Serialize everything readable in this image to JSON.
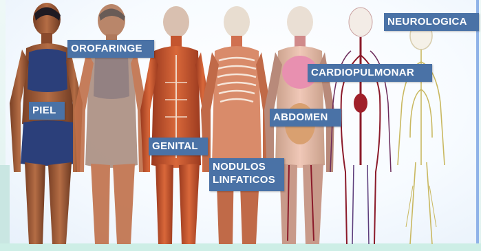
{
  "labels": {
    "piel": "PIEL",
    "orofaringe": "OROFARINGE",
    "genital": "GENITAL",
    "nodulos": "NODULOS\nLINFATICOS",
    "abdomen": "ABDOMEN",
    "cardiopulmonar": "CARDIOPULMONAR",
    "neurologica": "NEUROLOGICA"
  },
  "colors": {
    "label_bg": "#4a72a6",
    "label_text": "#ffffff",
    "skin": "#b06a42",
    "muscle": "#c0552f",
    "organ": "#d88aa8",
    "vessel": "#8b1a2a",
    "nerve": "#c9b860",
    "swimsuit": "#2b3f7a"
  }
}
